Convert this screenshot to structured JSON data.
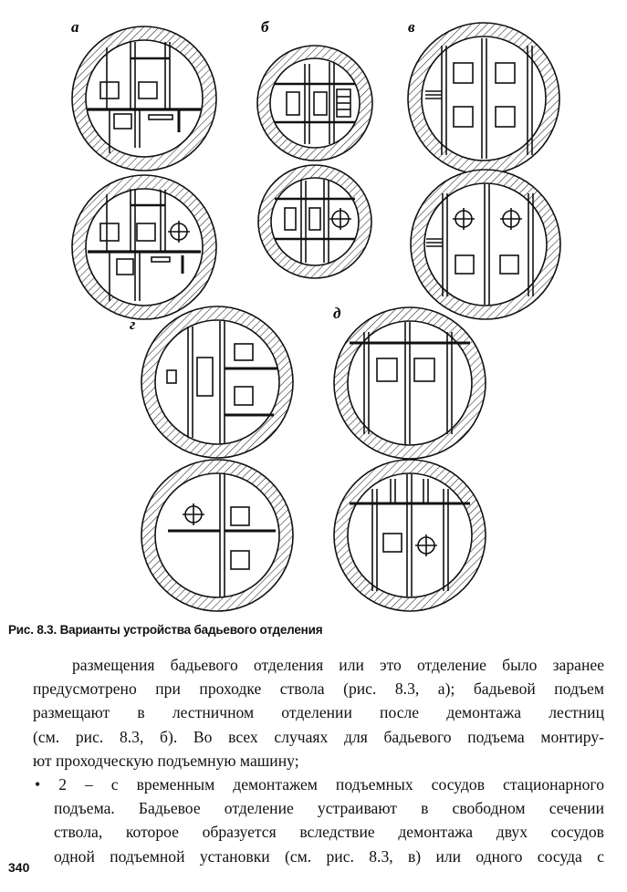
{
  "figure": {
    "labels": {
      "a": "а",
      "b": "б",
      "v": "в",
      "g": "г",
      "d": "д"
    },
    "caption": "Рис. 8.3. Варианты устройства бадьевого отделения"
  },
  "body_lines": [
    "размещения бадьевого отделения или это отделение было заранее",
    "предусмотрено при проходке ствола (рис. 8.3, а); бадьевой подъем",
    "размещают в лестничном отделении после демонтажа лестниц",
    "(см. рис. 8.3, б). Во всех случаях для бадьевого подъема монтиру-",
    "ют проходческую подъемную машину;",
    "2 – с временным демонтажем подъемных сосудов стационарного",
    "подъема. Бадьевое отделение устраивают в свободном сечении",
    "ствола, которое образуется вследствие демонтажа двух сосудов",
    "одной подъемной установки (см. рис. 8.3, в) или одного сосуда с"
  ],
  "bullet": "•",
  "page_number": "340"
}
